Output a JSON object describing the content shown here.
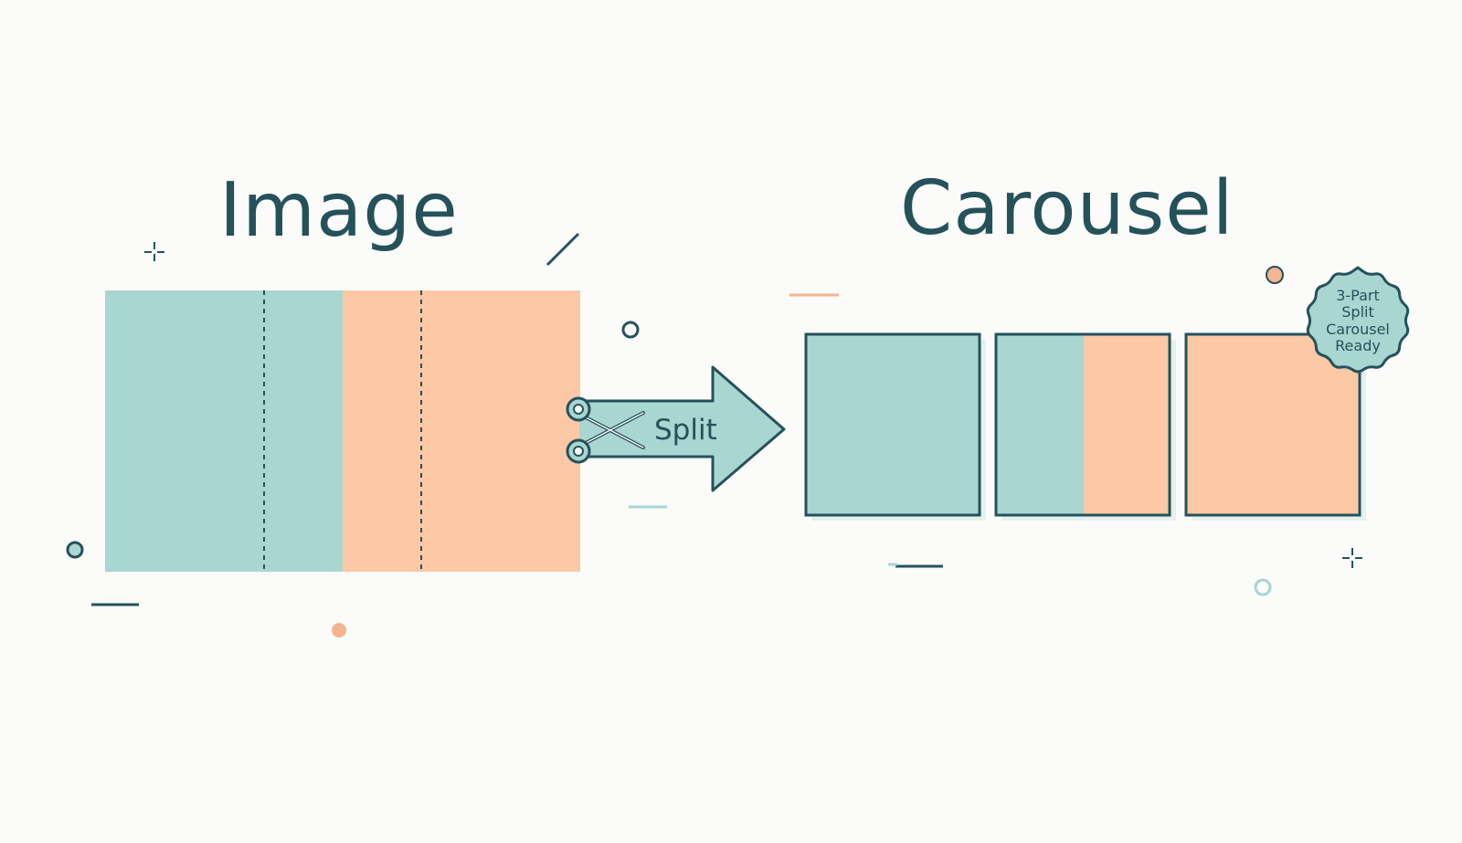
{
  "titles": {
    "source": "Image",
    "result": "Carousel"
  },
  "arrow": {
    "label": "Split",
    "icon": "scissors-icon"
  },
  "badge": {
    "lines": [
      "3-Part",
      "Split",
      "Carousel",
      "Ready"
    ]
  },
  "source_image": {
    "panels": 3,
    "cut_style": "dashed"
  },
  "carousel": {
    "slides": [
      {
        "name": "slide-1",
        "fill": "teal"
      },
      {
        "name": "slide-2",
        "fill": "teal-peach"
      },
      {
        "name": "slide-3",
        "fill": "peach"
      }
    ]
  },
  "colors": {
    "background": "#fbfbfa",
    "teal": "#a9d6d1",
    "peach": "#fcc8a6",
    "ink": "#25525a",
    "accent_peach": "#f4b48e"
  }
}
